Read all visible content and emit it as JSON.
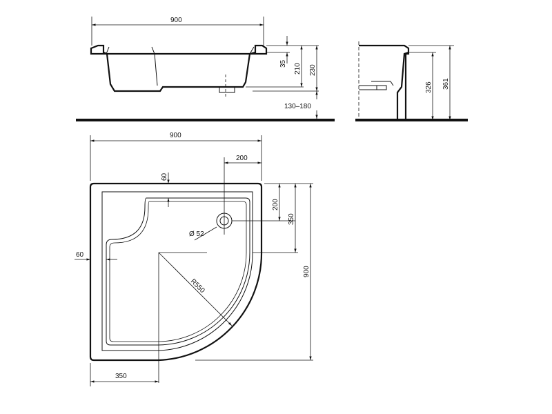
{
  "side_view": {
    "width_label": "900",
    "rim_label": "35",
    "depth_label": "210",
    "height_label": "230",
    "leg_label": "130–180"
  },
  "end_view": {
    "inner_label": "326",
    "total_label": "361"
  },
  "plan_view": {
    "width_label": "900",
    "drain_offset_x_label": "200",
    "seat_rim_label": "60",
    "drain_offset_y_label": "200",
    "drain_y_label": "350",
    "height_label": "900",
    "drain_diameter_label": "Ø 52",
    "side_rim_label": "60",
    "radius_label": "R550",
    "straight_label": "350"
  }
}
